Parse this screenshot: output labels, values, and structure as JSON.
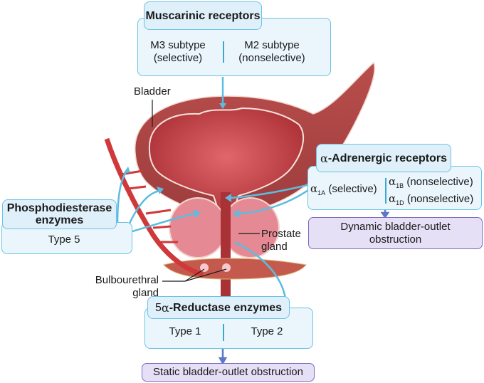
{
  "muscarinic": {
    "title": "Muscarinic receptors",
    "left": [
      "M3 subtype",
      "(selective)"
    ],
    "right": [
      "M2 subtype",
      "(nonselective)"
    ]
  },
  "adrenergic": {
    "title_prefix": "α",
    "title": "-Adrenergic receptors",
    "left_symbol": "α",
    "left_sub": "1A",
    "left_text": " (selective)",
    "right": [
      {
        "symbol": "α",
        "sub": "1B",
        "text": " (nonselective)"
      },
      {
        "symbol": "α",
        "sub": "1D",
        "text": " (nonselective)"
      }
    ],
    "outcome": [
      "Dynamic bladder-outlet",
      "obstruction"
    ]
  },
  "pde": {
    "title": [
      "Phosphodiesterase",
      "enzymes"
    ],
    "type": "Type 5"
  },
  "reductase": {
    "title_prefix": "5",
    "title_greek": "α",
    "title": "-Reductase enzymes",
    "left": "Type 1",
    "right": "Type 2",
    "outcome": "Static bladder-outlet obstruction"
  },
  "labels": {
    "bladder": "Bladder",
    "prostate": [
      "Prostate",
      "gland"
    ],
    "bulbourethral": [
      "Bulbourethral",
      "gland"
    ]
  },
  "colors": {
    "box_fill": "#eaf6fc",
    "box_border": "#6cc3e4",
    "arrow": "#5bbde0",
    "outcome_fill": "#e6e0f7",
    "outcome_border": "#7b6bbf",
    "tissue": "#c9474a"
  }
}
